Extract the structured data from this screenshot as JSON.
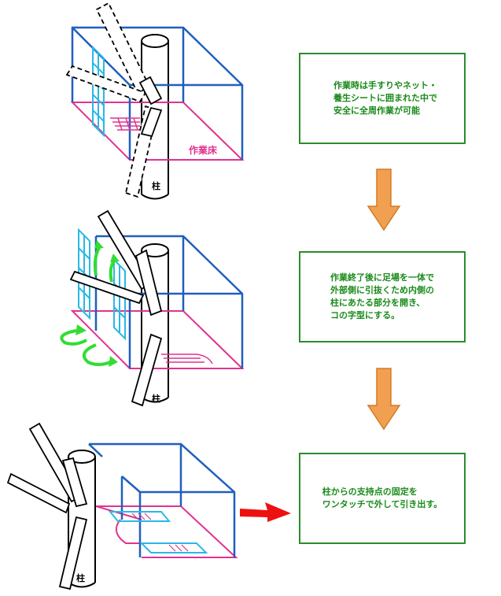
{
  "steps": [
    {
      "text": "作業時は手すりやネット・\n養生シートに囲まれた中で\n安全に全周作業が可能"
    },
    {
      "text": "作業終了後に足場を一体で\n外部側に引抜くため内側の\n柱にあたる部分を開き、\nコの字型にする。"
    },
    {
      "text": "柱からの支持点の固定を\nワンタッチで外して引き出す。"
    }
  ],
  "labels": {
    "work_floor": "作業床",
    "pillar1": "柱",
    "pillar2": "柱",
    "pillar3": "柱"
  },
  "colors": {
    "frame_blue": "#1f5fbf",
    "floor_pink": "#e0338f",
    "net_cyan": "#2ab8e6",
    "step_green": "#2c8c2c",
    "arrow_orange": "#f0a050",
    "arrow_red": "#ee1111",
    "rotate_green": "#33dd33"
  }
}
